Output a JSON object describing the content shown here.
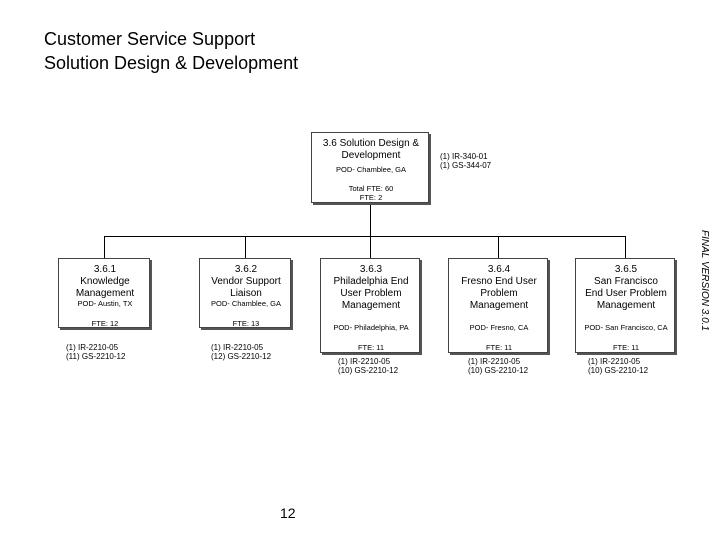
{
  "header": {
    "title_line1": "Customer Service Support",
    "title_line2": "Solution Design & Development"
  },
  "top_box": {
    "title": "3.6 Solution Design & Development",
    "pod": "POD- Chamblee, GA",
    "total_fte": "Total FTE: 60",
    "fte": "FTE: 2",
    "notes": [
      "(1) IR-340-01",
      "(1) GS-344-07"
    ]
  },
  "children": [
    {
      "number": "3.6.1",
      "name": "Knowledge Management",
      "pod": "POD- Austin, TX",
      "fte": "FTE: 12",
      "notes": [
        "(1) IR-2210-05",
        "(11) GS-2210-12"
      ]
    },
    {
      "number": "3.6.2",
      "name": "Vendor Support Liaison",
      "pod": "POD- Chamblee, GA",
      "fte": "FTE: 13",
      "notes": [
        "(1) IR-2210-05",
        "(12) GS-2210-12"
      ]
    },
    {
      "number": "3.6.3",
      "name": "Philadelphia End User Problem Management",
      "pod": "POD- Philadelphia, PA",
      "fte": "FTE: 11",
      "notes": [
        "(1) IR-2210-05",
        "(10) GS-2210-12"
      ]
    },
    {
      "number": "3.6.4",
      "name": "Fresno End User Problem Management",
      "pod": "POD- Fresno, CA",
      "fte": "FTE: 11",
      "notes": [
        "(1) IR-2210-05",
        "(10) GS-2210-12"
      ]
    },
    {
      "number": "3.6.5",
      "name": "San Francisco End User Problem Management",
      "pod": "POD- San Francisco, CA",
      "fte": "FTE: 11",
      "notes": [
        "(1) IR-2210-05",
        "(10) GS-2210-12"
      ]
    }
  ],
  "side_label": "FINAL VERSION 3.0.1",
  "page_number": "12"
}
